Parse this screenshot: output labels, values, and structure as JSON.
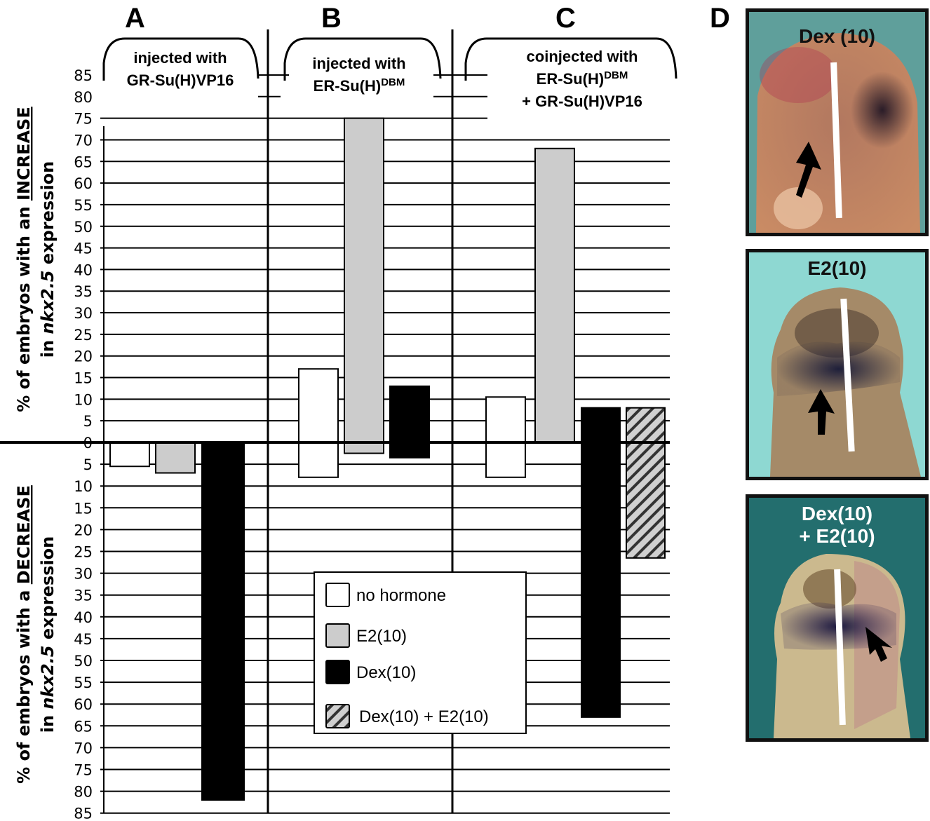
{
  "chart_data": {
    "type": "bar",
    "title": "",
    "ylabel_top": {
      "prefix": "% of embryos with an ",
      "emph": "INCREASE",
      "line2_pre": "in ",
      "gene": "nkx2.5",
      "line2_post": " expression"
    },
    "ylabel_bottom": {
      "prefix": "% of embryos with a ",
      "emph": "DECREASE",
      "line2_pre": "in ",
      "gene": "nkx2.5",
      "line2_post": " expression"
    },
    "ylim_increase": [
      0,
      85
    ],
    "ylim_decrease": [
      0,
      85
    ],
    "tick_step": 5,
    "yticks": [
      "85",
      "80",
      "75",
      "70",
      "65",
      "60",
      "55",
      "50",
      "45",
      "40",
      "35",
      "30",
      "25",
      "20",
      "15",
      "10",
      "5",
      "0"
    ],
    "yticks_down": [
      "5",
      "10",
      "15",
      "20",
      "25",
      "30",
      "35",
      "40",
      "45",
      "50",
      "55",
      "60",
      "65",
      "70",
      "75",
      "80",
      "85"
    ],
    "grid": true,
    "legend_position": "bottom-center",
    "series": [
      {
        "name": "no hormone",
        "fill": "#ffffff"
      },
      {
        "name": "E2(10)",
        "fill": "#cccccc"
      },
      {
        "name": "Dex(10)",
        "fill": "#000000"
      },
      {
        "name": "Dex(10) + E2(10)",
        "fill": "hatched"
      }
    ],
    "panels": [
      {
        "letter": "A",
        "label_lines": [
          "injected with",
          "GR-Su(H)VP16"
        ],
        "label_sup": [
          null,
          null
        ],
        "bars": [
          {
            "series": "no hormone",
            "increase": 0,
            "decrease": 5.5
          },
          {
            "series": "E2(10)",
            "increase": 0,
            "decrease": 7
          },
          {
            "series": "Dex(10)",
            "increase": 0,
            "decrease": 82
          }
        ]
      },
      {
        "letter": "B",
        "label_lines": [
          "injected with",
          "ER-Su(H)"
        ],
        "label_sup": [
          null,
          "DBM"
        ],
        "bars": [
          {
            "series": "no hormone",
            "increase": 17,
            "decrease": 8
          },
          {
            "series": "E2(10)",
            "increase": 75,
            "decrease": 2.5
          },
          {
            "series": "Dex(10)",
            "increase": 13,
            "decrease": 3.5
          }
        ]
      },
      {
        "letter": "C",
        "label_lines": [
          "coinjected with",
          "ER-Su(H)",
          "+ GR-Su(H)VP16"
        ],
        "label_sup": [
          null,
          "DBM",
          null
        ],
        "bars": [
          {
            "series": "no hormone",
            "increase": 10.5,
            "decrease": 8
          },
          {
            "series": "E2(10)",
            "increase": 68,
            "decrease": 0
          },
          {
            "series": "Dex(10)",
            "increase": 8,
            "decrease": 63
          },
          {
            "series": "Dex(10) + E2(10)",
            "increase": 8,
            "decrease": 26.5
          }
        ]
      }
    ]
  },
  "photos": {
    "letter": "D",
    "items": [
      {
        "label_lines": [
          "Dex (10)"
        ],
        "label_color": "#111111"
      },
      {
        "label_lines": [
          "E2(10)"
        ],
        "label_color": "#111111"
      },
      {
        "label_lines": [
          "Dex(10)",
          "+ E2(10)"
        ],
        "label_color": "#ffffff"
      }
    ]
  }
}
